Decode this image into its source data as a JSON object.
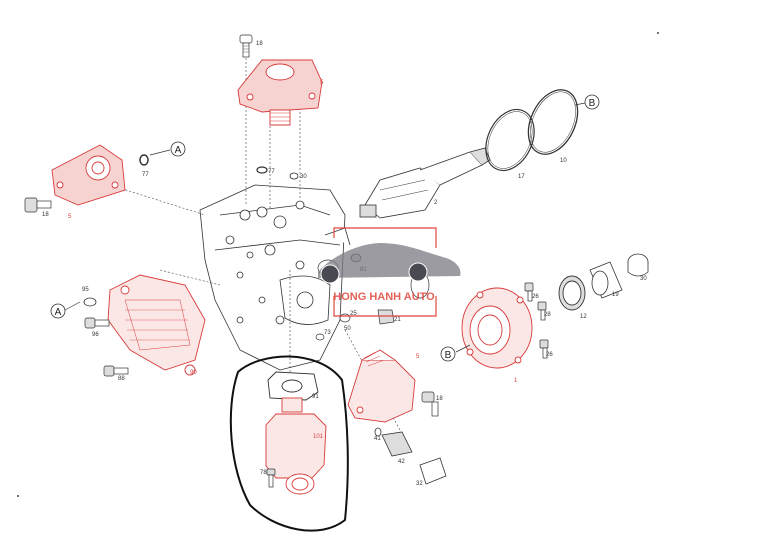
{
  "colors": {
    "line": "#333333",
    "highlight": "#d83a3a",
    "highlight_fill": "#f6d3d0",
    "watermark": "#e0463c"
  },
  "watermark": {
    "text": "HONG HANH AUTO"
  },
  "callouts": {
    "a1": "A",
    "a2": "A",
    "b1": "B",
    "b2": "B"
  },
  "labels": {
    "p18a": "18",
    "p5a": "5",
    "p77a": "77",
    "p30a": "30",
    "p5b": "5",
    "p77b": "77",
    "p18b": "18",
    "p17": "17",
    "p10": "10",
    "p2": "2",
    "p95": "95",
    "p96": "96",
    "p88": "88",
    "p90": "90",
    "p81": "81",
    "p21": "21",
    "p25": "25",
    "p73": "73",
    "p50": "50",
    "p91": "91",
    "p101": "101",
    "p78": "78",
    "p5c": "5",
    "p18c": "18",
    "p41": "41",
    "p42": "42",
    "p32": "32",
    "p1": "1",
    "p26a": "26",
    "p28": "28",
    "p26b": "26",
    "p12": "12",
    "p19": "19",
    "p30b": "30"
  }
}
